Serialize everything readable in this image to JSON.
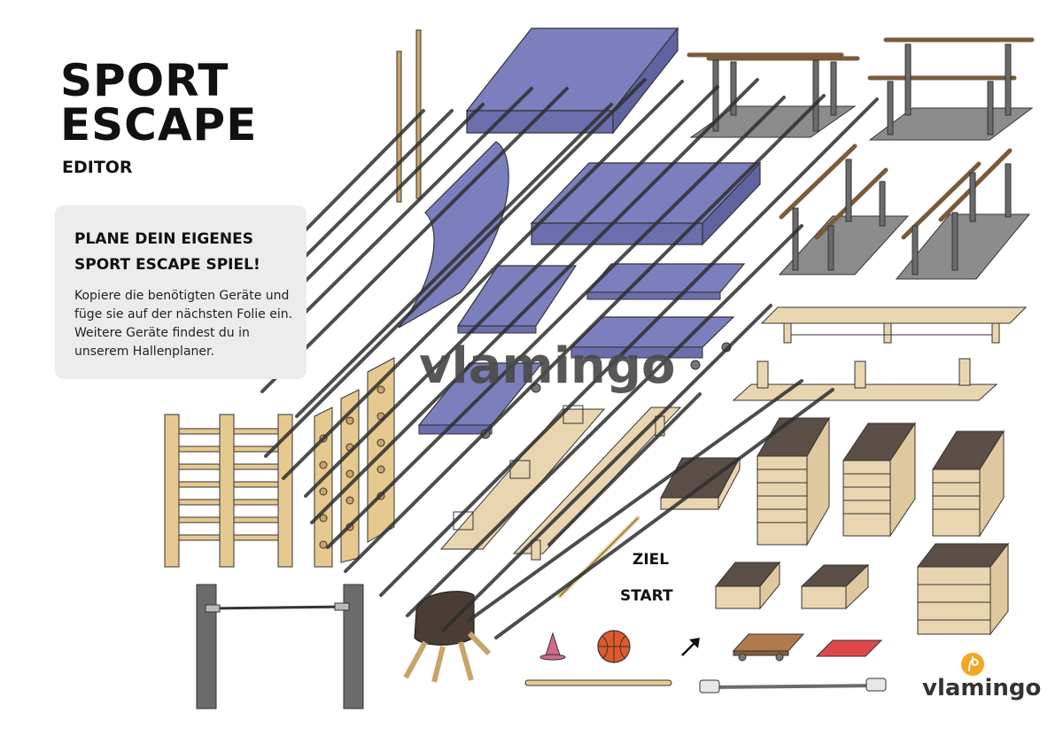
{
  "header": {
    "title_line1": "SPORT",
    "title_line2": "ESCAPE",
    "subtitle": "EDITOR"
  },
  "card": {
    "heading_line1": "PLANE DEIN EIGENES",
    "heading_line2": "SPORT ESCAPE SPIEL!",
    "body": "Kopiere die benötigten Geräte und füge sie auf der nächsten Folie ein. Weitere Geräte findest du in unserem Hallenplaner."
  },
  "labels": {
    "goal": "ZIEL",
    "start": "START"
  },
  "watermark": "vlamingo",
  "brand": "vlamingo",
  "colors": {
    "mat": "#7b7fbd",
    "wood": "#e6c98f",
    "bench": "#e9d6b0",
    "box_top": "#5a4e46",
    "floor": "#8c8c8c",
    "steel": "#6b6b6b",
    "rod": "#7a5a3a",
    "ball": "#e05a2a",
    "cone": "#d06a8e",
    "mat_red": "#e0474c",
    "brand_orange": "#f5a623"
  }
}
